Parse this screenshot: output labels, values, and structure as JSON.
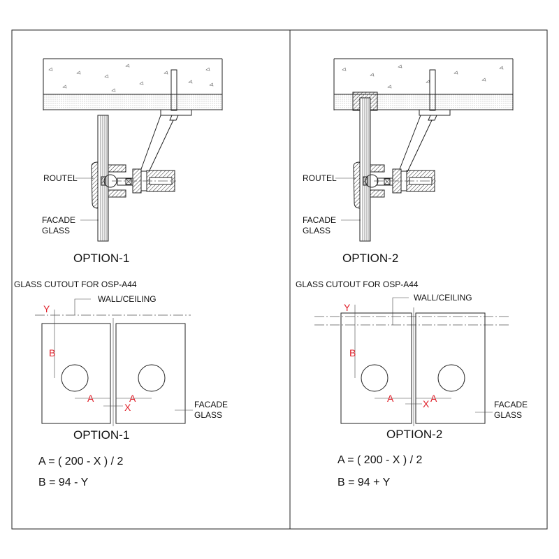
{
  "option1": {
    "section": {
      "routel_label": "ROUTEL",
      "glass_label_1": "FACADE",
      "glass_label_2": "GLASS",
      "title": "OPTION-1"
    },
    "cutout": {
      "heading": "GLASS CUTOUT FOR OSP-A44",
      "wall_label": "WALL/CEILING",
      "dim_y": "Y",
      "dim_b": "B",
      "dim_a_left": "A",
      "dim_a_right": "A",
      "dim_x": "X",
      "glass_label_1": "FACADE",
      "glass_label_2": "GLASS",
      "title": "OPTION-1",
      "formula_a": "A =  ( 200 - X ) / 2",
      "formula_b": "B =  94 - Y"
    }
  },
  "option2": {
    "section": {
      "routel_label": "ROUTEL",
      "glass_label_1": "FACADE",
      "glass_label_2": "GLASS",
      "title": "OPTION-2"
    },
    "cutout": {
      "heading": "GLASS CUTOUT FOR OSP-A44",
      "wall_label": "WALL/CEILING",
      "dim_y": "Y",
      "dim_b": "B",
      "dim_a_left": "A",
      "dim_a_right": "A",
      "dim_x": "X",
      "glass_label_1": "FACADE",
      "glass_label_2": "GLASS",
      "title": "OPTION-2",
      "formula_a": "A =  ( 200 - X ) / 2",
      "formula_b": "B =  94 + Y"
    }
  },
  "colors": {
    "dimension": "#e0202a",
    "line": "#222222"
  }
}
